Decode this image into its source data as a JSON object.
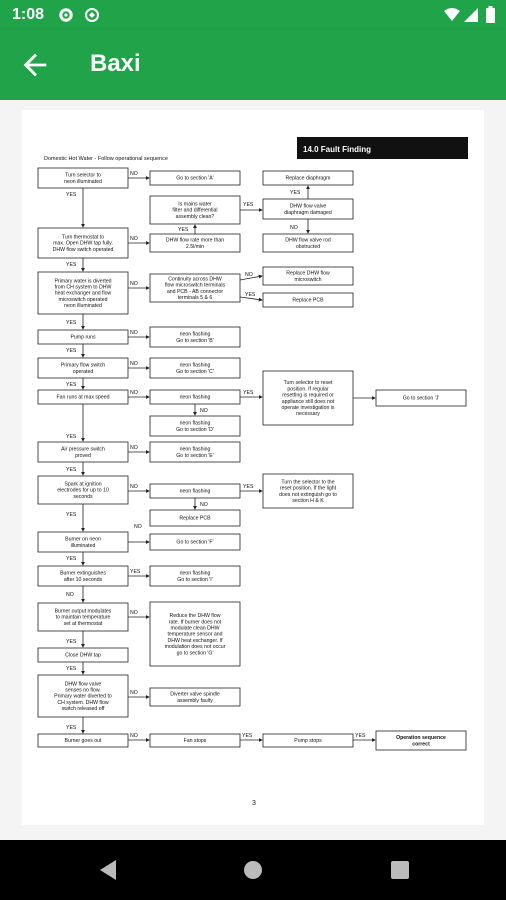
{
  "status_bar": {
    "time": "1:08"
  },
  "app_bar": {
    "title": "Baxi"
  },
  "document": {
    "header": "14.0  Fault Finding",
    "subtitle": "Domestic Hot Water - Follow operational sequence",
    "page_number": "3",
    "boxes": {
      "b1": [
        "Turn selector to",
        "neon illuminated"
      ],
      "b2": [
        "Turn thermostat to",
        "max. Open DHW tap fully.",
        "DHW flow switch operated"
      ],
      "b3": [
        "Primary water is diverted",
        "from CH system to DHW",
        "heat exchanger and flow",
        "microswitch operated",
        "neon illuminated"
      ],
      "b4": [
        "Pump runs"
      ],
      "b5": [
        "Primary flow switch",
        "operated"
      ],
      "b6": [
        "Fan runs at max speed"
      ],
      "b7": [
        "Air pressure switch",
        "proved"
      ],
      "b8": [
        "Spark at ignition",
        "electrodes for up to 10",
        "seconds"
      ],
      "b9": [
        "Burner on neon",
        "illuminated"
      ],
      "b10": [
        "Burner extinguishes",
        "after 10 seconds"
      ],
      "b11": [
        "Burner output modulates",
        "to maintain temperature",
        "set at thermostat"
      ],
      "b12": [
        "Close DHW tap"
      ],
      "b13": [
        "DHW flow valve",
        "senses no flow.",
        "Primary water diverted to",
        "CH system. DHW flow",
        "switch released off"
      ],
      "b14": [
        "Burner goes out"
      ],
      "m1": [
        "Go to section 'A'"
      ],
      "m2": [
        "DHW flow rate more than",
        "2.5l/min"
      ],
      "m3": [
        "Continuity across DHW",
        "flow microswitch terminals",
        "and PCB - AB connector",
        "terminals 5 & 6"
      ],
      "m4": [
        "neon flashing",
        "Go to section 'B'"
      ],
      "m5": [
        "neon flashing",
        "Go to section 'C'"
      ],
      "m6": [
        "neon flashing"
      ],
      "m7": [
        "neon flashing",
        "Go to section 'D'"
      ],
      "m8": [
        "neon flashing",
        "Go to section 'E'"
      ],
      "m9": [
        "neon flashing"
      ],
      "m10": [
        "Replace PCB"
      ],
      "m11": [
        "Go to section 'F'"
      ],
      "m12": [
        "neon flashing",
        "Go to section 'I'"
      ],
      "m13": [
        "Reduce the DHW flow",
        "rate. If burner does not",
        "modulate clean DHW",
        "temperature sensor and",
        "DHW heat exchanger. If",
        "modulation does not occur",
        "go to section 'G'"
      ],
      "m14": [
        "Diverter valve spindle",
        "assembly faulty"
      ],
      "m15": [
        "Fan stops"
      ],
      "q1": [
        "Is mains water",
        "filter and differential",
        "assembly clean?"
      ],
      "r1": [
        "Replace diaphragm"
      ],
      "r2": [
        "DHW flow valve",
        "diaphragm damaged"
      ],
      "r3": [
        "DHW flow valve rod",
        "obstructed"
      ],
      "r4": [
        "Replace DHW flow",
        "microswitch"
      ],
      "r5": [
        "Replace PCB"
      ],
      "r6": [
        "Turn selector to reset",
        "position. If regular",
        "resetting is required or",
        "appliance still does not",
        "operate investigation is",
        "necessary"
      ],
      "r7": [
        "Go to section 'J'"
      ],
      "r8": [
        "Turn the selector to the",
        "reset position. If the light",
        "does not extinguish go to",
        "section H & K"
      ],
      "r9": [
        "Pump stops"
      ],
      "r10": [
        "Operation sequence",
        "correct"
      ]
    },
    "yes": "YES",
    "no": "NO"
  }
}
